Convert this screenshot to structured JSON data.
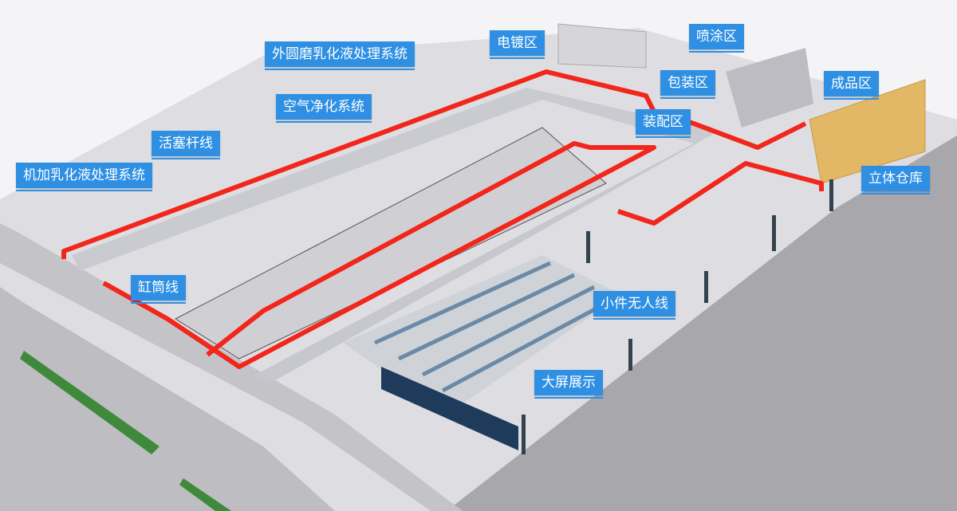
{
  "labels": {
    "waiyuanmo": "外圆磨乳化液处理系统",
    "diandu": "电镀区",
    "pentu": "喷涂区",
    "baozhuang": "包装区",
    "chengpin": "成品区",
    "kongqi": "空气净化系统",
    "zhuangpei": "装配区",
    "huosai": "活塞杆线",
    "jijia": "机加乳化液处理系统",
    "liticangku": "立体仓库",
    "gangtong": "缸筒线",
    "xiaojian": "小件无人线",
    "dapin": "大屏展示"
  },
  "colors": {
    "label_bg": "#2e8fe3",
    "route": "#f2261b",
    "floor": "#dcdce0",
    "ground": "#a9a9ad"
  }
}
